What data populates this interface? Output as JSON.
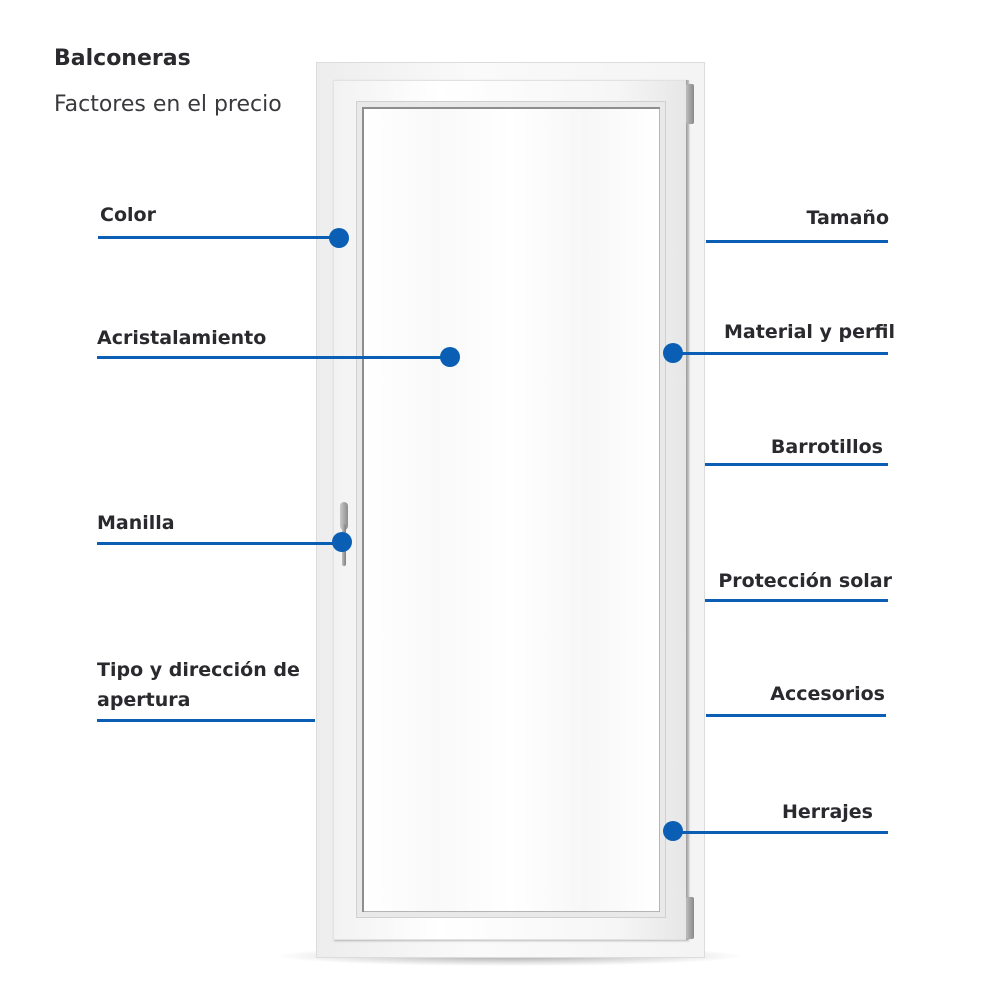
{
  "header": {
    "title": "Balconeras",
    "subtitle": "Factores en el precio"
  },
  "colors": {
    "accent": "#0a5fb4",
    "text": "#2a2a2e",
    "background": "#ffffff",
    "frame": "#f4f4f4"
  },
  "image": {
    "subject": "white PVC balcony door (balconera) with single glass pane, handle on left, hinges on right"
  },
  "callouts": {
    "left": [
      {
        "label": "Color"
      },
      {
        "label": "Acristalamiento"
      },
      {
        "label": "Manilla"
      },
      {
        "label": "Tipo y dirección de apertura"
      }
    ],
    "right": [
      {
        "label": "Tamaño"
      },
      {
        "label": "Material y perfil"
      },
      {
        "label": "Barrotillos"
      },
      {
        "label": "Protección solar"
      },
      {
        "label": "Accesorios"
      },
      {
        "label": "Herrajes"
      }
    ]
  }
}
